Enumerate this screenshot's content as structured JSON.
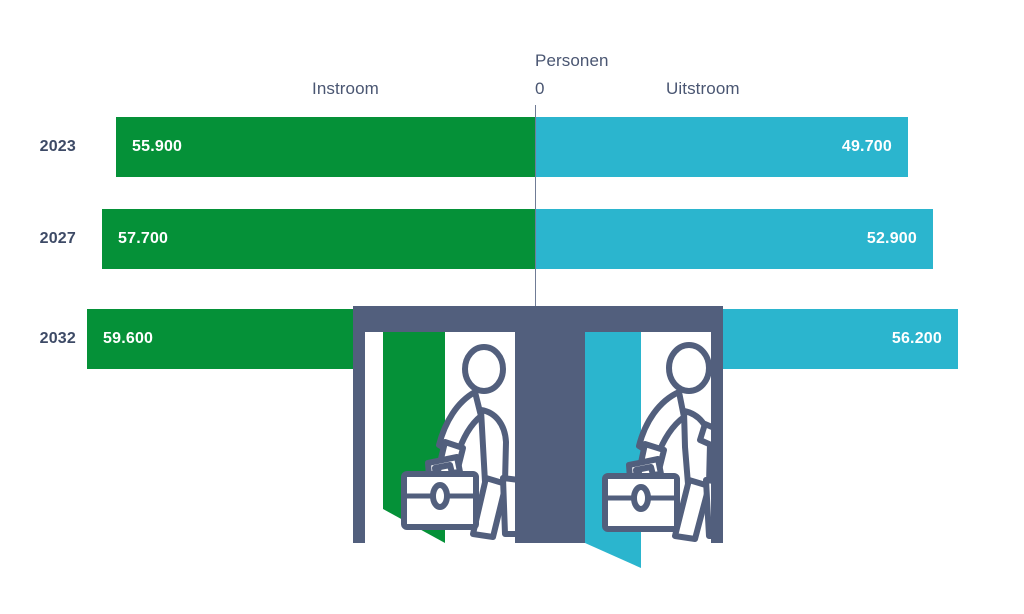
{
  "axis": {
    "unit_label": "Personen",
    "zero_tick": "0",
    "left_series_label": "Instroom",
    "right_series_label": "Uitstroom"
  },
  "colors": {
    "instroom": "#059138",
    "uitstroom": "#2bb5ce",
    "slate": "#525f7d",
    "label_text": "#3d4a66",
    "axis_line": "#707c96",
    "background": "#ffffff"
  },
  "rows": [
    {
      "year": "2023",
      "instroom_value": "55.900",
      "uitstroom_value": "49.700"
    },
    {
      "year": "2027",
      "instroom_value": "57.700",
      "uitstroom_value": "52.900"
    },
    {
      "year": "2032",
      "instroom_value": "59.600",
      "uitstroom_value": "56.200"
    }
  ],
  "illustration": {
    "name": "two-doorways-people-briefcases",
    "left_door_label": "instroom-door-green",
    "right_door_label": "uitstroom-door-cyan"
  },
  "chart_data": {
    "type": "bar",
    "subtype": "diverging-horizontal-bar",
    "title": "",
    "subtitle": "",
    "xlabel": "Personen",
    "ylabel": "",
    "categories": [
      "2023",
      "2027",
      "2032"
    ],
    "series": [
      {
        "name": "Instroom",
        "direction": "left",
        "color": "#059138",
        "values": [
          55900,
          57700,
          59600
        ],
        "labels": [
          "55.900",
          "57.700",
          "59.600"
        ]
      },
      {
        "name": "Uitstroom",
        "direction": "right",
        "color": "#2bb5ce",
        "values": [
          49700,
          52900,
          56200
        ],
        "labels": [
          "49.700",
          "52.900",
          "56.200"
        ]
      }
    ],
    "axis_tick_labels": [
      "0"
    ],
    "axis_unit": "Personen",
    "xlim": [
      -60000,
      60000
    ],
    "grid": false,
    "legend": "none",
    "notes": "Bars diverge from a zero line; Instroom extends left, Uitstroom extends right. Values are data labels printed inside each bar."
  }
}
